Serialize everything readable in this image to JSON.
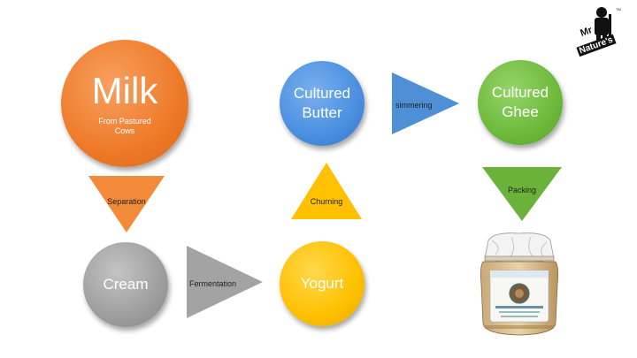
{
  "nodes": {
    "milk": {
      "title": "Milk",
      "subtitle_line1": "From Pastured",
      "subtitle_line2": "Cows"
    },
    "cream": {
      "title": "Cream"
    },
    "yogurt": {
      "title": "Yogurt"
    },
    "butter": {
      "line1": "Cultured",
      "line2": "Butter"
    },
    "ghee": {
      "line1": "Cultured",
      "line2": "Ghee"
    }
  },
  "steps": {
    "separation": "Separation",
    "fermentation": "Fermentation",
    "churning": "Churning",
    "simmering": "simmering",
    "packing": "Packing"
  },
  "logo": {
    "line1": "Mr",
    "line2": "Nature's",
    "tm": "TM"
  },
  "colors": {
    "milk": "#f07f2e",
    "cream": "#9e9e9e",
    "yogurt": "#ffc000",
    "butter": "#4a8fe0",
    "ghee": "#6dba3c",
    "separation_arrow": "#f28a3a",
    "fermentation_arrow": "#a3a3a3",
    "churning_arrow": "#ffc000",
    "simmering_arrow": "#4f8fd6",
    "packing_arrow": "#6ab23a"
  }
}
